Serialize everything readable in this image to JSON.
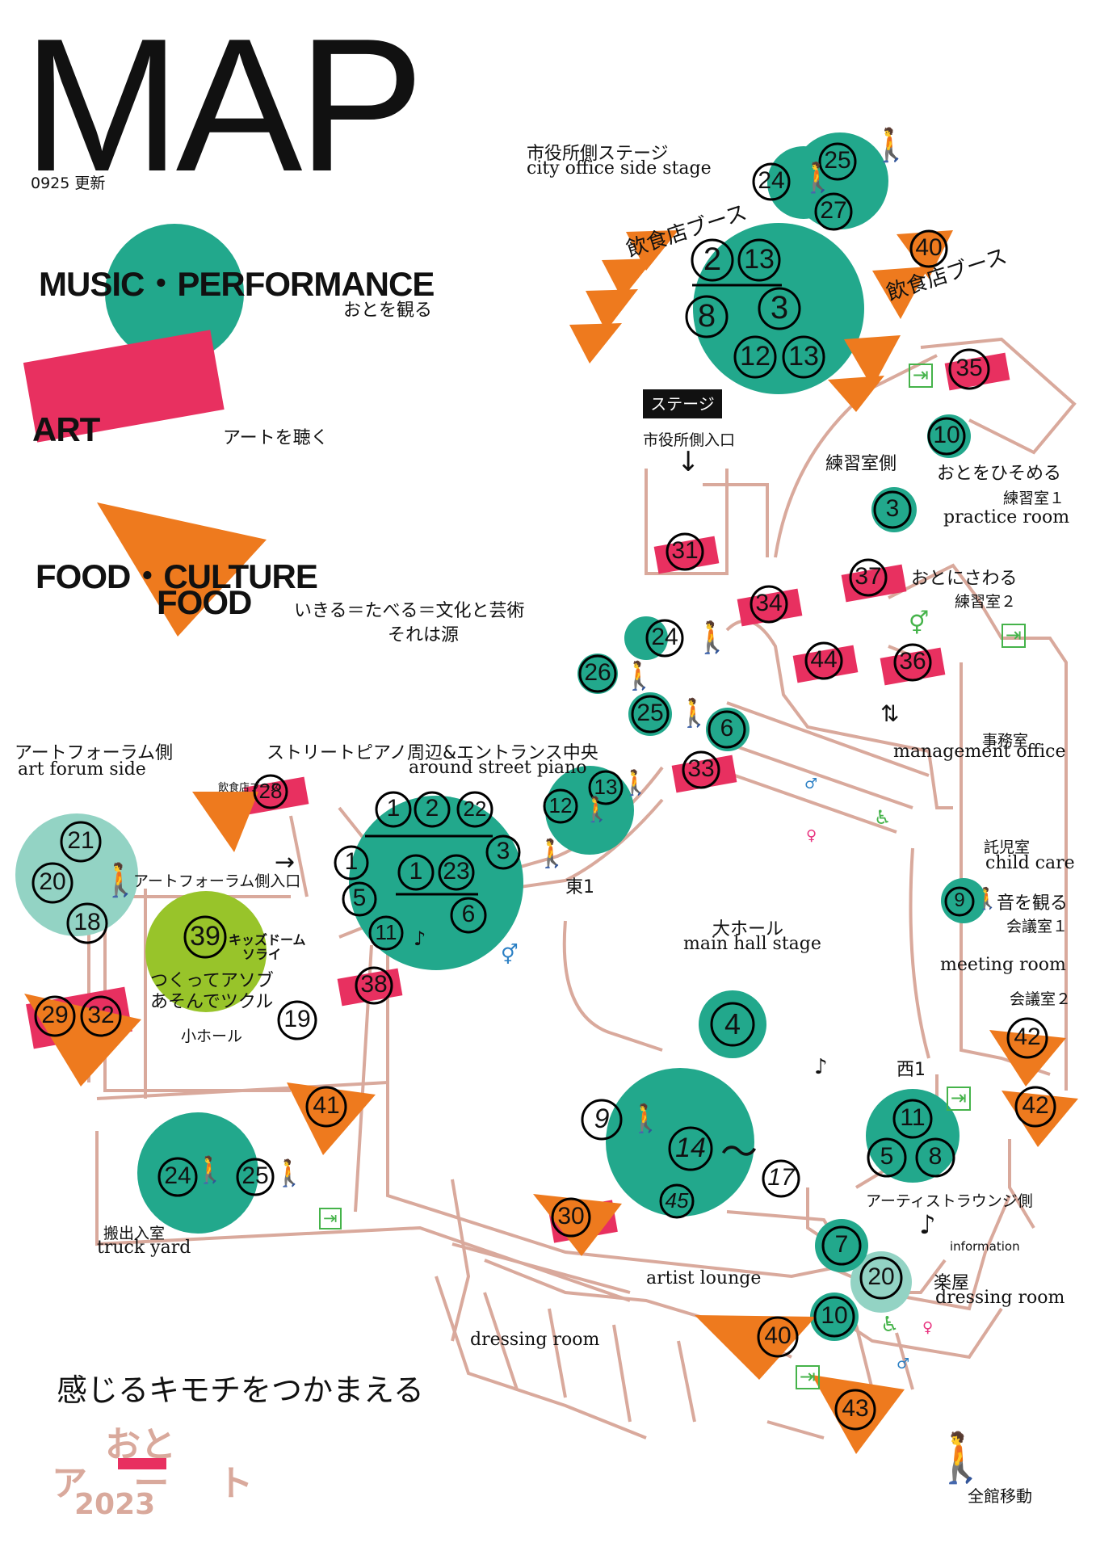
{
  "header": {
    "title": "MAP",
    "updated": "0925 更新"
  },
  "legend": {
    "music": {
      "title": "MUSIC・PERFORMANCE",
      "subtitle": "おとを観る",
      "color": "#22a88c"
    },
    "art": {
      "title": "ART",
      "subtitle": "アートを聴く",
      "color": "#e83060"
    },
    "food": {
      "title_line1": "FOOD・CULTURE",
      "title_line2": "FOOD",
      "subtitle_line1": "いきる＝たべる＝文化と芸術",
      "subtitle_line2": "それは源",
      "color": "#ee7a1e"
    }
  },
  "colors": {
    "music": "#22a88c",
    "music_light": "#93d3c4",
    "art": "#e83060",
    "food": "#ee7a1e",
    "kids": "#98c42a",
    "wall": "#d9a99c",
    "exit": "#45b34a",
    "restroom_m": "#2a7fc4",
    "restroom_f": "#e8337f"
  },
  "areas": {
    "city_office_stage_jp": "市役所側ステージ",
    "city_office_stage_en": "city office side stage",
    "stage_badge": "ステージ",
    "city_office_entrance": "市役所側入口",
    "practice_side": "練習室側",
    "oto_hisomeru": "おとをひそめる",
    "practice_room_1": "練習室１",
    "practice_room_en": "practice room",
    "oto_sawaru": "おとにさわる",
    "practice_room_2": "練習室２",
    "art_forum_side_jp": "アートフォーラム側",
    "art_forum_side_en": "art forum side",
    "street_piano_jp": "ストリートピアノ周辺&エントランス中央",
    "street_piano_en": "around street piano",
    "art_forum_entrance": "アートフォーラム側入口",
    "kids_dome_1": "キッズドーム",
    "kids_dome_2": "ソライ",
    "kids_text_1": "つくってアソブ",
    "kids_text_2": "あそんでツクル",
    "small_hall": "小ホール",
    "east1": "東1",
    "west1": "西1",
    "main_hall_jp": "大ホール",
    "main_hall_en": "main hall stage",
    "management_jp": "事務室",
    "management_en": "management office",
    "childcare_jp": "託児室",
    "childcare_en": "child care",
    "oto_miru": "音を観る",
    "meeting_1": "会議室１",
    "meeting_en": "meeting room",
    "meeting_2": "会議室２",
    "truck_jp": "搬出入室",
    "truck_en": "truck yard",
    "artist_lounge_side": "アーティストラウンジ側",
    "information": "information",
    "gakuya": "楽屋",
    "dressing_en": "dressing room",
    "artist_lounge": "artist lounge",
    "dressing_room_left": "dressing room",
    "food_booth": "飲食店ブース",
    "food_booth_small": "飲食店ブース"
  },
  "footer": {
    "tagline": "感じるキモチをつかまえる",
    "logo_line1": "おと",
    "logo_line2": "アート",
    "logo_year": "2023",
    "walker_caption": "全館移動"
  },
  "markers": {
    "n1": "1",
    "n2": "2",
    "n3": "3",
    "n4": "4",
    "n5": "5",
    "n6": "6",
    "n7": "7",
    "n8": "8",
    "n9": "9",
    "n10": "10",
    "n11": "11",
    "n12": "12",
    "n13": "13",
    "n14": "14",
    "n17": "17",
    "n18": "18",
    "n19": "19",
    "n20": "20",
    "n21": "21",
    "n22": "22",
    "n23": "23",
    "n24": "24",
    "n25": "25",
    "n26": "26",
    "n27": "27",
    "n28": "28",
    "n29": "29",
    "n30": "30",
    "n31": "31",
    "n32": "32",
    "n33": "33",
    "n34": "34",
    "n35": "35",
    "n36": "36",
    "n37": "37",
    "n38": "38",
    "n39": "39",
    "n40": "40",
    "n41": "41",
    "n42": "42",
    "n43": "43",
    "n44": "44",
    "n45": "45",
    "tilde": "〜"
  }
}
